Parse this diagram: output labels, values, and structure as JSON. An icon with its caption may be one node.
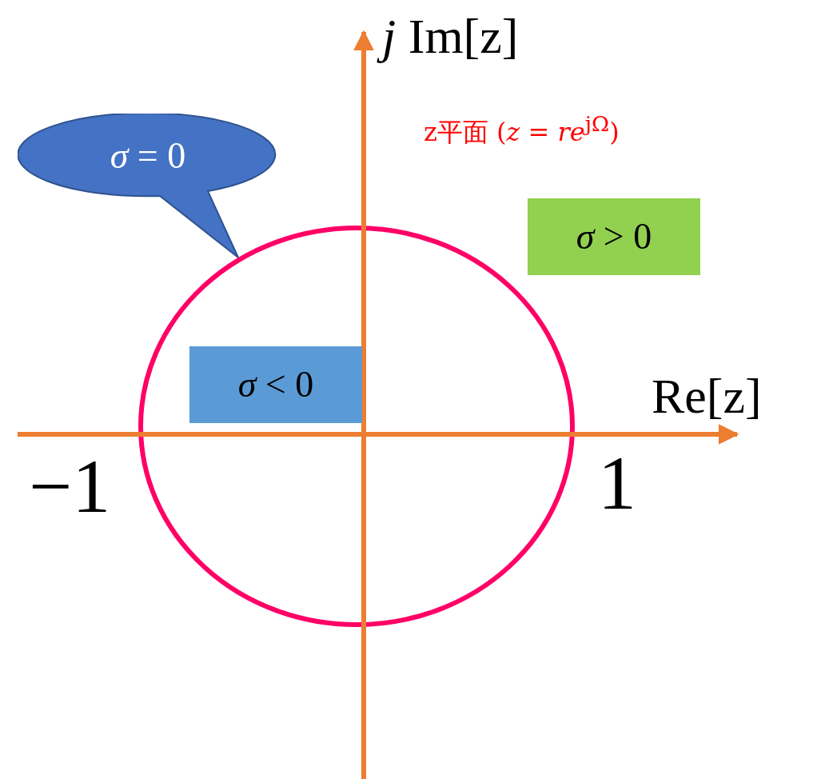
{
  "diagram": {
    "nodes": [
      {
        "text": [
          "*σ* = 0"
        ]
      },
      {
        "text": [
          "*σ* > 0"
        ]
      },
      {
        "text": [
          "*σ* < 0"
        ]
      }
    ],
    "edges": [],
    "labels": [
      "*j* Im[z]",
      "z平面 (*z* = *re*$^{jΩ}$)",
      "Re[z]",
      "−1",
      "1"
    ]
  }
}
